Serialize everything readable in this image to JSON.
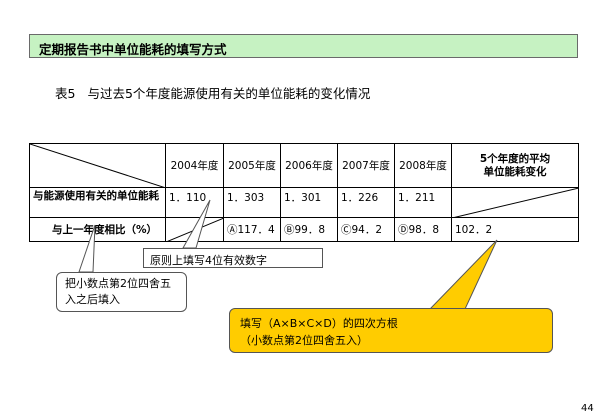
{
  "header": {
    "title": "定期报告书中单位能耗的填写方式"
  },
  "caption": {
    "number": "表5",
    "text": "与过去5个年度能源使用有关的单位能耗的变化情况"
  },
  "table": {
    "years": [
      "2004年度",
      "2005年度",
      "2006年度",
      "2007年度",
      "2008年度"
    ],
    "avg_header": [
      "5个年度的平均",
      "单位能耗变化"
    ],
    "row1": {
      "label": "与能源使用有关的单位能耗",
      "values": [
        "1．110",
        "1．303",
        "1．301",
        "1．226",
        "1．211",
        ""
      ]
    },
    "row2": {
      "label": "与上一年度相比（%）",
      "values": [
        "",
        "Ⓐ117．4",
        "Ⓑ99．8",
        "Ⓒ94．2",
        "Ⓓ98．8",
        "102．2"
      ]
    }
  },
  "callouts": {
    "significant_digits": "原则上填写4位有效数字",
    "rounding_note": "把小数点第2位四舍五入之后填入",
    "geometric_mean_line1": "填写（A×B×C×D）的四次方根",
    "geometric_mean_line2": "（小数点第2位四舍五入）"
  },
  "page_number": "44",
  "colors": {
    "title_bg": "#c6f2c2",
    "callout_yellow": "#ffcc00"
  }
}
